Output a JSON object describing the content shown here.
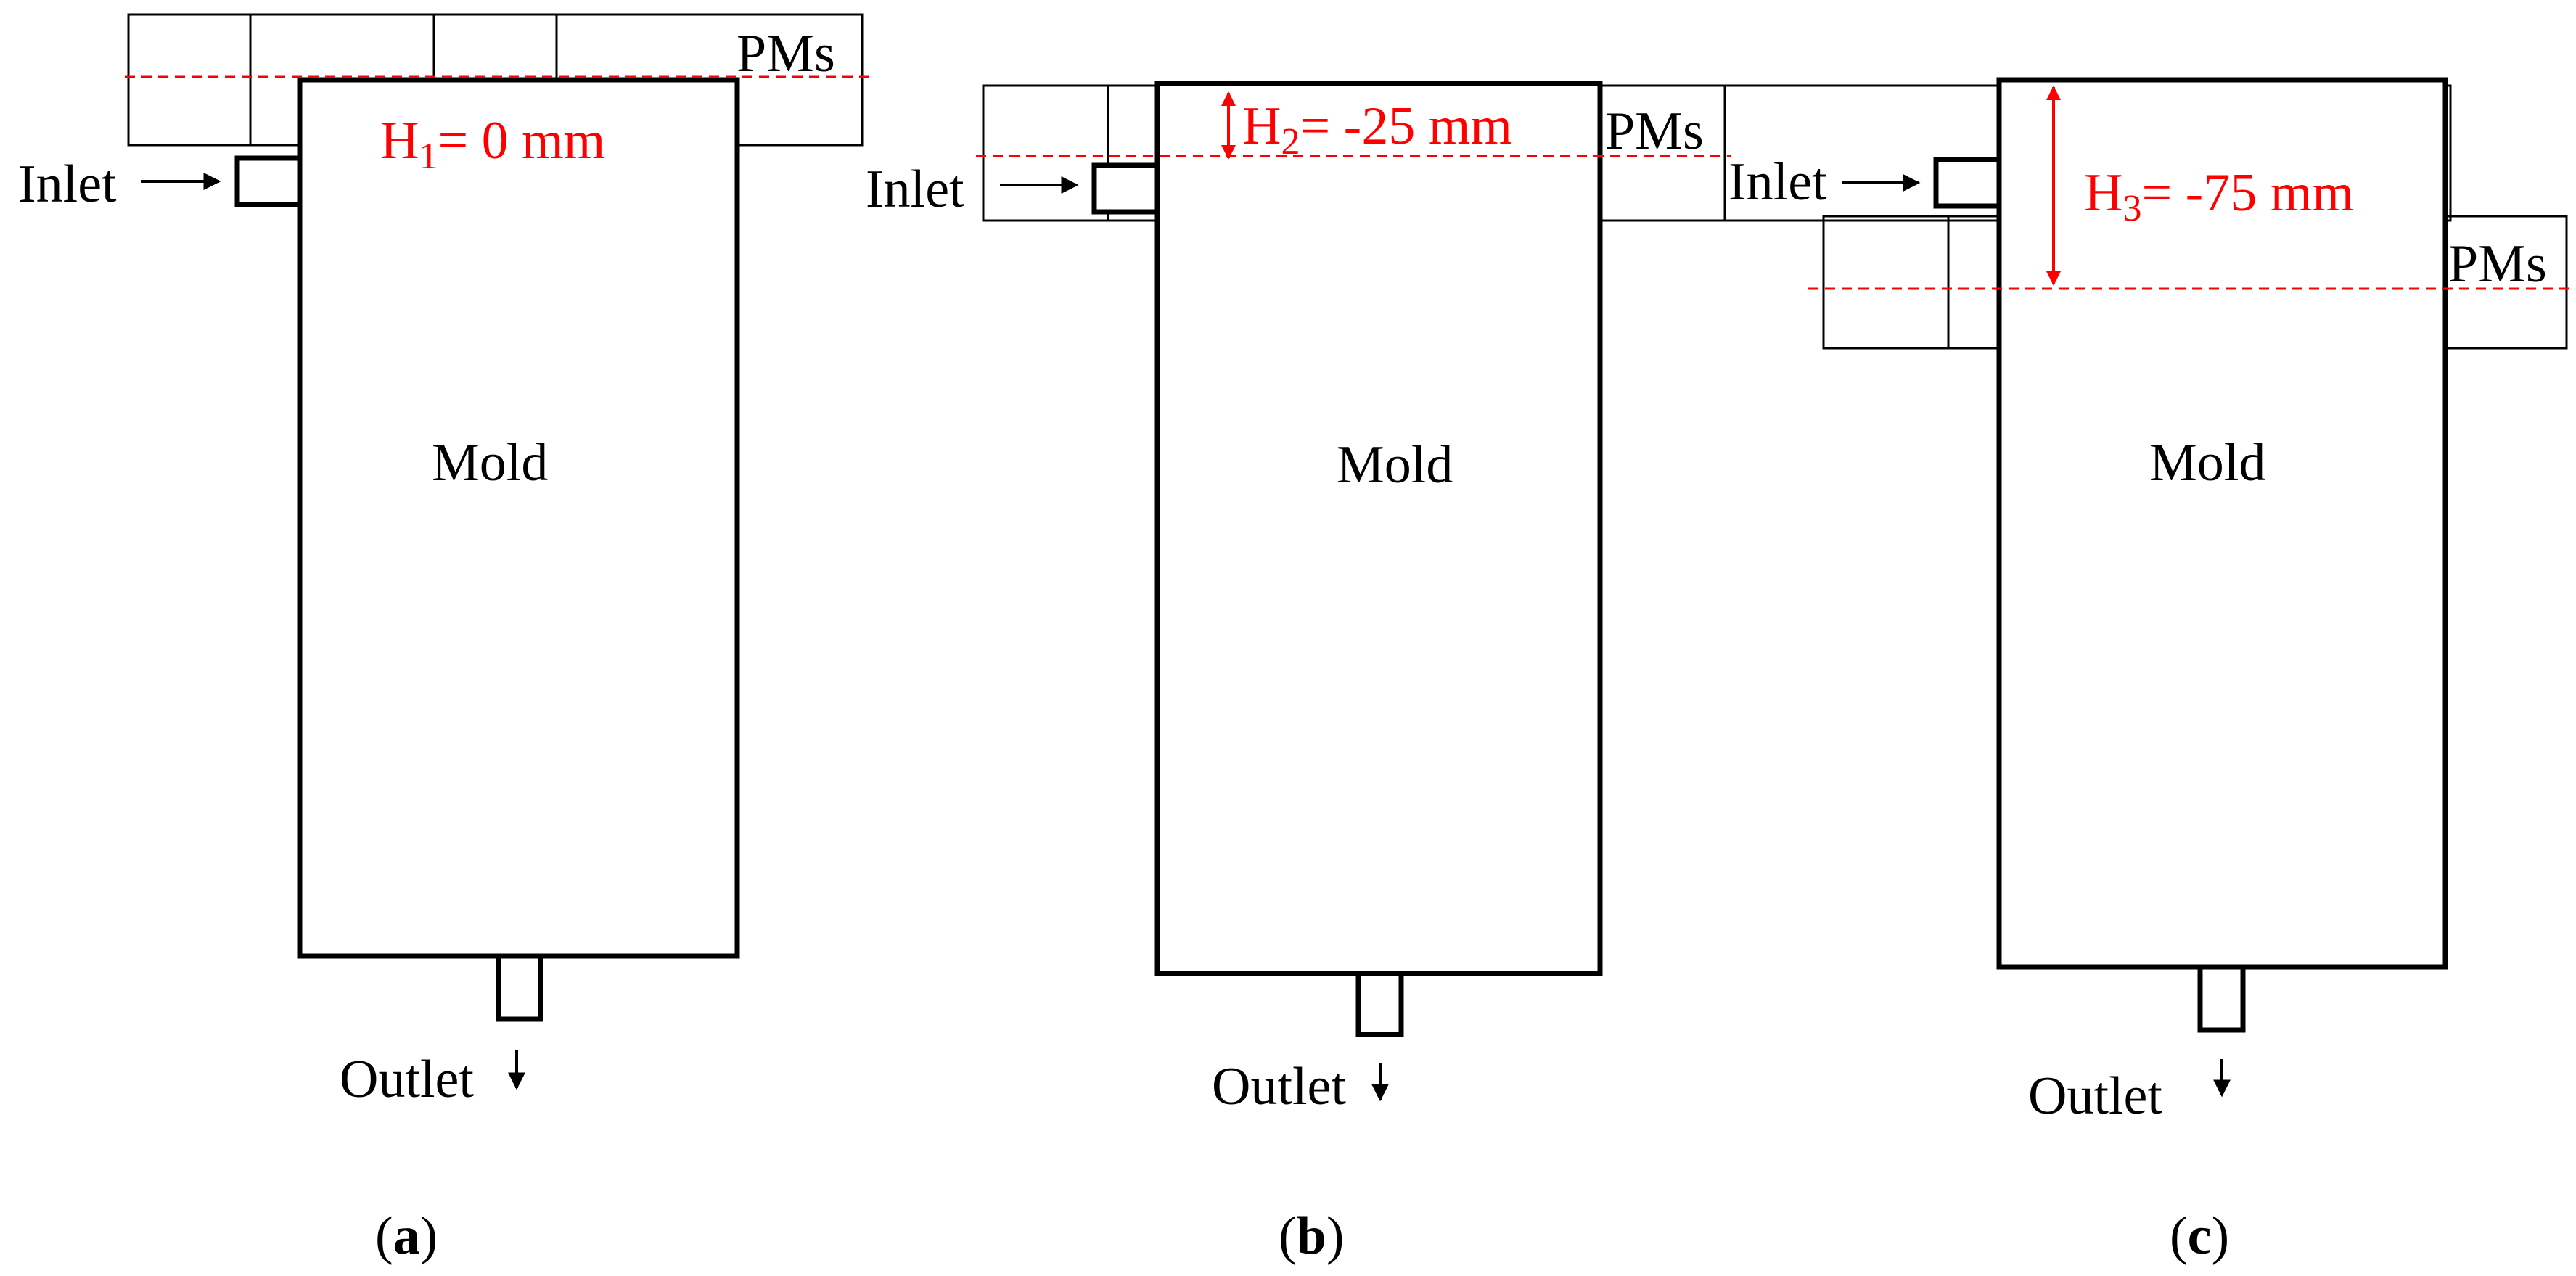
{
  "colors": {
    "ink": "#000000",
    "accent": "#ff0000",
    "background": "#ffffff"
  },
  "panels": [
    {
      "id": "a",
      "mold_label": "Mold",
      "magnets_label": "PMs",
      "inlet_label": "Inlet",
      "outlet_label": "Outlet",
      "height_letter": "H",
      "height_sub": "1",
      "height_value": "= 0 mm",
      "height_mm": 0,
      "caption_open": "(",
      "caption_letter": "a",
      "caption_close": ")"
    },
    {
      "id": "b",
      "mold_label": "Mold",
      "magnets_label": "PMs",
      "inlet_label": "Inlet",
      "outlet_label": "Outlet",
      "height_letter": "H",
      "height_sub": "2",
      "height_value": "= -25 mm",
      "height_mm": -25,
      "caption_open": "(",
      "caption_letter": "b",
      "caption_close": ")"
    },
    {
      "id": "c",
      "mold_label": "Mold",
      "magnets_label": "PMs",
      "inlet_label": "Inlet",
      "outlet_label": "Outlet",
      "height_letter": "H",
      "height_sub": "3",
      "height_value": "= -75 mm",
      "height_mm": -75,
      "caption_open": "(",
      "caption_letter": "c",
      "caption_close": ")"
    }
  ]
}
